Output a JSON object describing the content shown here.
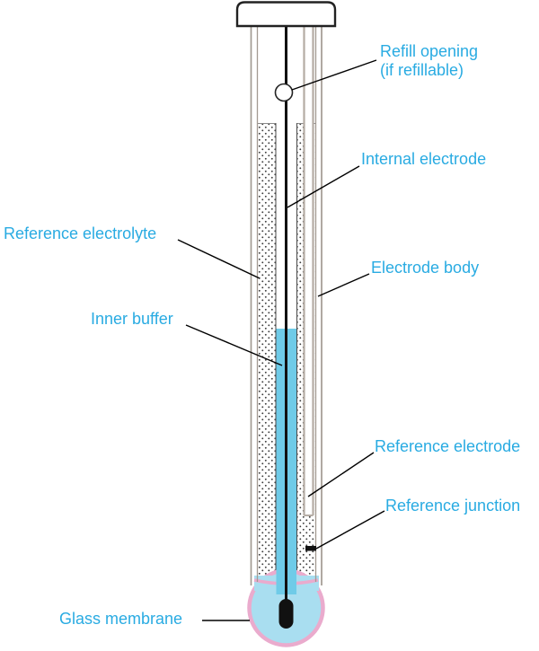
{
  "labels": {
    "refill_opening_line1": "Refill opening",
    "refill_opening_line2": "(if refillable)",
    "internal_electrode": "Internal electrode",
    "reference_electrolyte": "Reference electrolyte",
    "electrode_body": "Electrode body",
    "inner_buffer": "Inner buffer",
    "reference_electrode": "Reference electrode",
    "reference_junction": "Reference junction",
    "glass_membrane": "Glass membrane"
  },
  "colors": {
    "label_text": "#29abe2",
    "leader_line": "#000000",
    "inner_buffer_fill": "#6fcbe8",
    "bulb_fill": "#a9def0",
    "bulb_outline": "#eaabcd",
    "body_wall": "#a39a92",
    "reference_tube": "#b5aca4",
    "electrode_tip": "#111111"
  }
}
